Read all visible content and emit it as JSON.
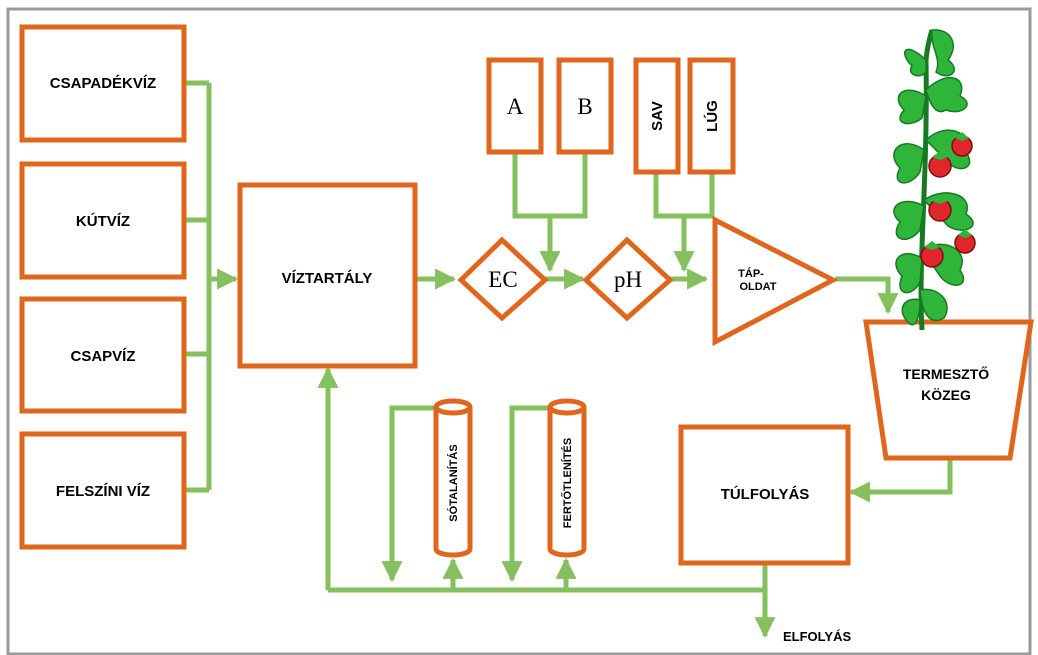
{
  "colors": {
    "box_stroke": "#e0661e",
    "flow": "#86bf5e",
    "frame": "#9a9a9a",
    "leaf": "#2fb53a",
    "leaf_dark": "#167a22",
    "tomato": "#e0262a",
    "tomato_dark": "#7a0e10"
  },
  "sources": {
    "rain": "CSAPADÉKVÍZ",
    "well": "KÚTVÍZ",
    "tap": "CSAPVÍZ",
    "surface": "FELSZÍNI VÍZ"
  },
  "tank": "VÍZTARTÁLY",
  "stock": {
    "a": "A",
    "b": "B"
  },
  "ph_adjust": {
    "acid": "SAV",
    "base": "LÚG"
  },
  "ec": "EC",
  "ph": "pH",
  "nutrient": {
    "line1": "TÁP-",
    "line2": "OLDAT"
  },
  "substrate": {
    "line1": "TERMESZTŐ",
    "line2": "KÖZEG"
  },
  "overflow": "TÚLFOLYÁS",
  "drain": "ELFOLYÁS",
  "treatment": {
    "desal": "SÓTALANÍTÁS",
    "disinfect": "FERTŐTLENÍTÉS"
  },
  "icons": {
    "plant": "tomato-plant-icon"
  }
}
